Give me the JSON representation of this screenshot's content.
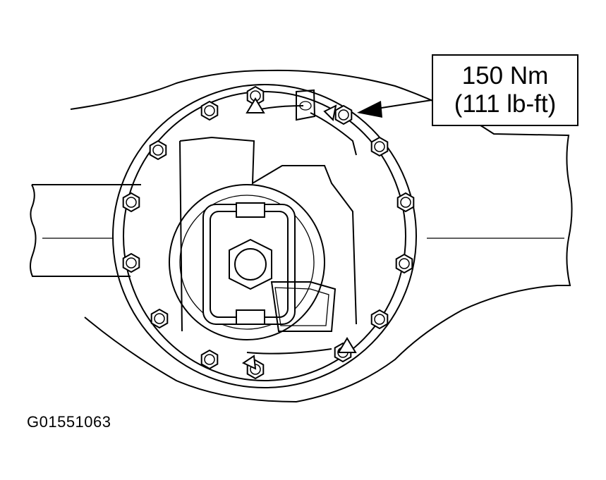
{
  "callout": {
    "torque_nm": "150 Nm",
    "torque_lbft": "(111 lb-ft)"
  },
  "figure_id": "G01551063",
  "icons": {
    "bolt": "hex-bolt-icon",
    "arrow": "torque-pointer-arrow-icon"
  }
}
